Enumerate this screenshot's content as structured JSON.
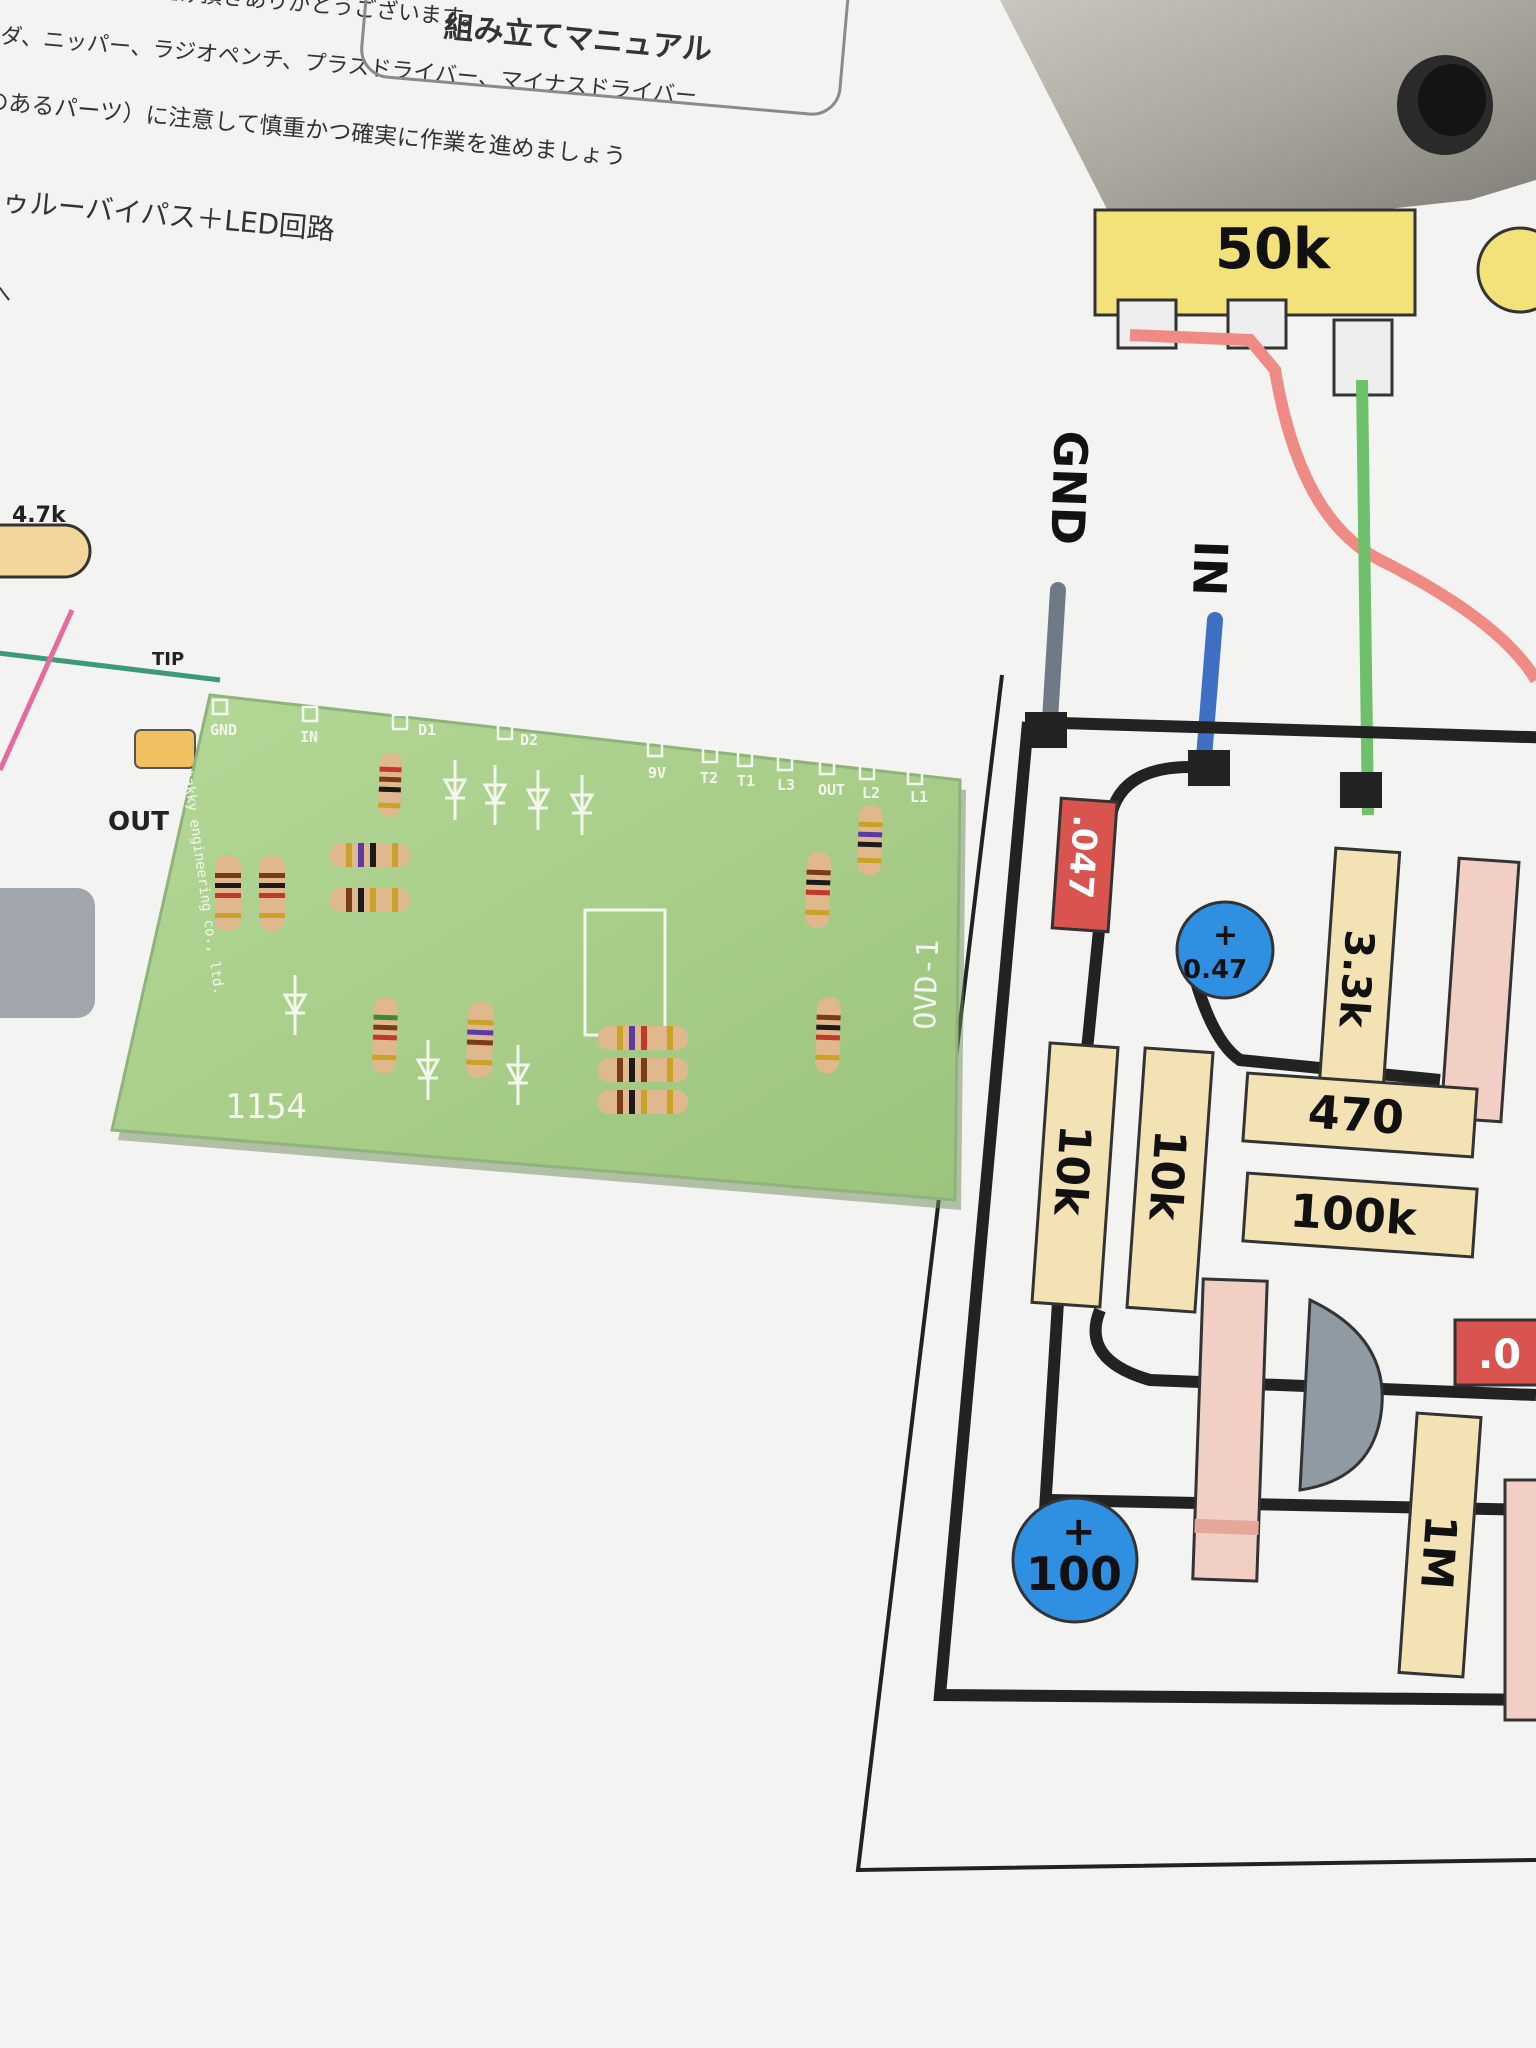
{
  "manual": {
    "line_top": "キットをお買い上げ頂きありがとうございます。",
    "box_title": "組み立てマニュアル",
    "line_tools": "ンダ、ニッパー、ラジオペンチ、プラスドライバー、マイナスドライバー",
    "line_care": "性のあるパーツ）に注意して慎重かつ確実に作業を進めましょう",
    "line_bypass": "トゥルーバイパス＋LED回路",
    "line_t": "Tへ"
  },
  "left_diagram": {
    "res_label": "4.7k",
    "tip_label": "TIP",
    "out_label": "OUT"
  },
  "pcb": {
    "pads": [
      "GND",
      "IN",
      "D1",
      "D2",
      "9V",
      "T2",
      "T1",
      "L3",
      "OUT",
      "L2",
      "L1"
    ],
    "side_label": "OVD-1",
    "serial": "1154",
    "maker": "takky engineering co., ltd."
  },
  "schematic": {
    "pot_label": "50k",
    "wire_labels": {
      "gnd": "GND",
      "in": "IN"
    },
    "components": {
      "cap_047": ".047",
      "res_3_3k": "3.3k",
      "ecap_047_plus": "+",
      "ecap_047_value": "0.47",
      "res_10k_a": "10k",
      "res_10k_b": "10k",
      "res_470": "470",
      "res_100k": "100k",
      "cap_partial": ".0",
      "ecap_100_plus": "+",
      "ecap_100_value": "100",
      "res_1m": "1M"
    }
  },
  "colors": {
    "paper": "#f3f3f1",
    "pcb_green": "#a9cf8a",
    "gnd_wire": "#6e7b86",
    "in_wire": "#3f6fc2",
    "signal_wire_green": "#6fc06a",
    "signal_wire_red": "#f08a84",
    "resistor_body": "#f3e2b3",
    "capacitor_red": "#d9534f",
    "electrolytic_blue": "#2f8fe0"
  }
}
